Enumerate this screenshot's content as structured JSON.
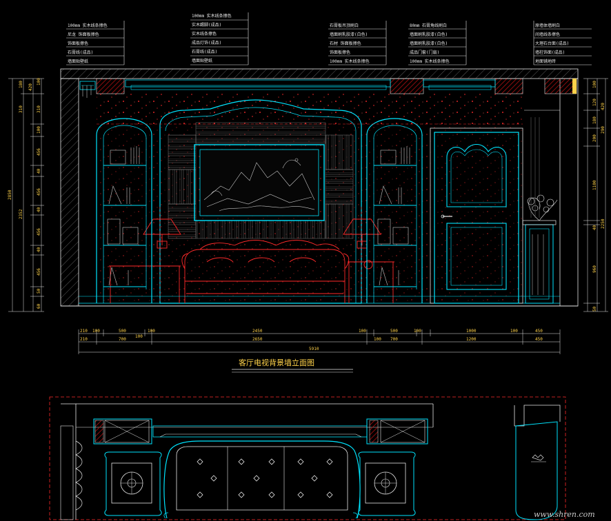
{
  "drawing": {
    "title": "客厅电视背景墙立面图",
    "watermark": "www.shren.com",
    "colors": {
      "background": "#000000",
      "cyan": "#00e5ff",
      "red": "#ff2a2a",
      "white": "#e8e8e8",
      "yellow": "#ffd24a",
      "hatch": "#b01010"
    }
  },
  "notes_left": [
    "100mm 实木线条擦色",
    "尼龙 饰面板擦色",
    "饰面板擦色",
    "石膏线(成品)",
    "墙面贴壁纸"
  ],
  "notes_center": [
    "100mm 实木线条擦色",
    "实木踢脚(成品)",
    "实木线条擦色",
    "成品灯饰(成品)",
    "石膏线(成品)",
    "墙面贴壁纸"
  ],
  "notes_right_a": [
    "石膏板吊顶刷白",
    "墙面刷乳胶漆(白色)",
    "石材 饰面板擦色",
    "饰面板擦色",
    "100mm 实木线条擦色"
  ],
  "notes_right_b": [
    "80mm 石膏角线刷白",
    "墙面刷乳胶漆(白色)",
    "墙面刷乳胶漆(白色)",
    "成品门套(门扇)",
    "100mm 实木线条擦色"
  ],
  "notes_far_right": [
    "原墙体墙刷白",
    "间墙线条擦色",
    "大理石台面(成品)",
    "墙柱饰面(成品)",
    "地面铺地砖"
  ],
  "dims": {
    "bottom_row1": [
      "210",
      "100",
      "500",
      "100",
      "2450",
      "100",
      "500",
      "100",
      "1000",
      "100",
      "450"
    ],
    "bottom_row2": [
      "210",
      "700",
      "2650",
      "700",
      "1200",
      "450"
    ],
    "bottom_sub": [
      "100",
      "100"
    ],
    "bottom_total": "5910",
    "left_outer": [
      "2850",
      "2352"
    ],
    "left_inner": [
      "100",
      "310",
      "100",
      "456",
      "40",
      "456",
      "40",
      "456",
      "40",
      "456",
      "50",
      "60"
    ],
    "left_extra": [
      "180",
      "310",
      "420"
    ],
    "right_outer": [
      "2250"
    ],
    "right_inner": [
      "100",
      "120",
      "180",
      "200",
      "1100",
      "40",
      "960",
      "50"
    ],
    "right_extra": [
      "420",
      "290"
    ]
  }
}
